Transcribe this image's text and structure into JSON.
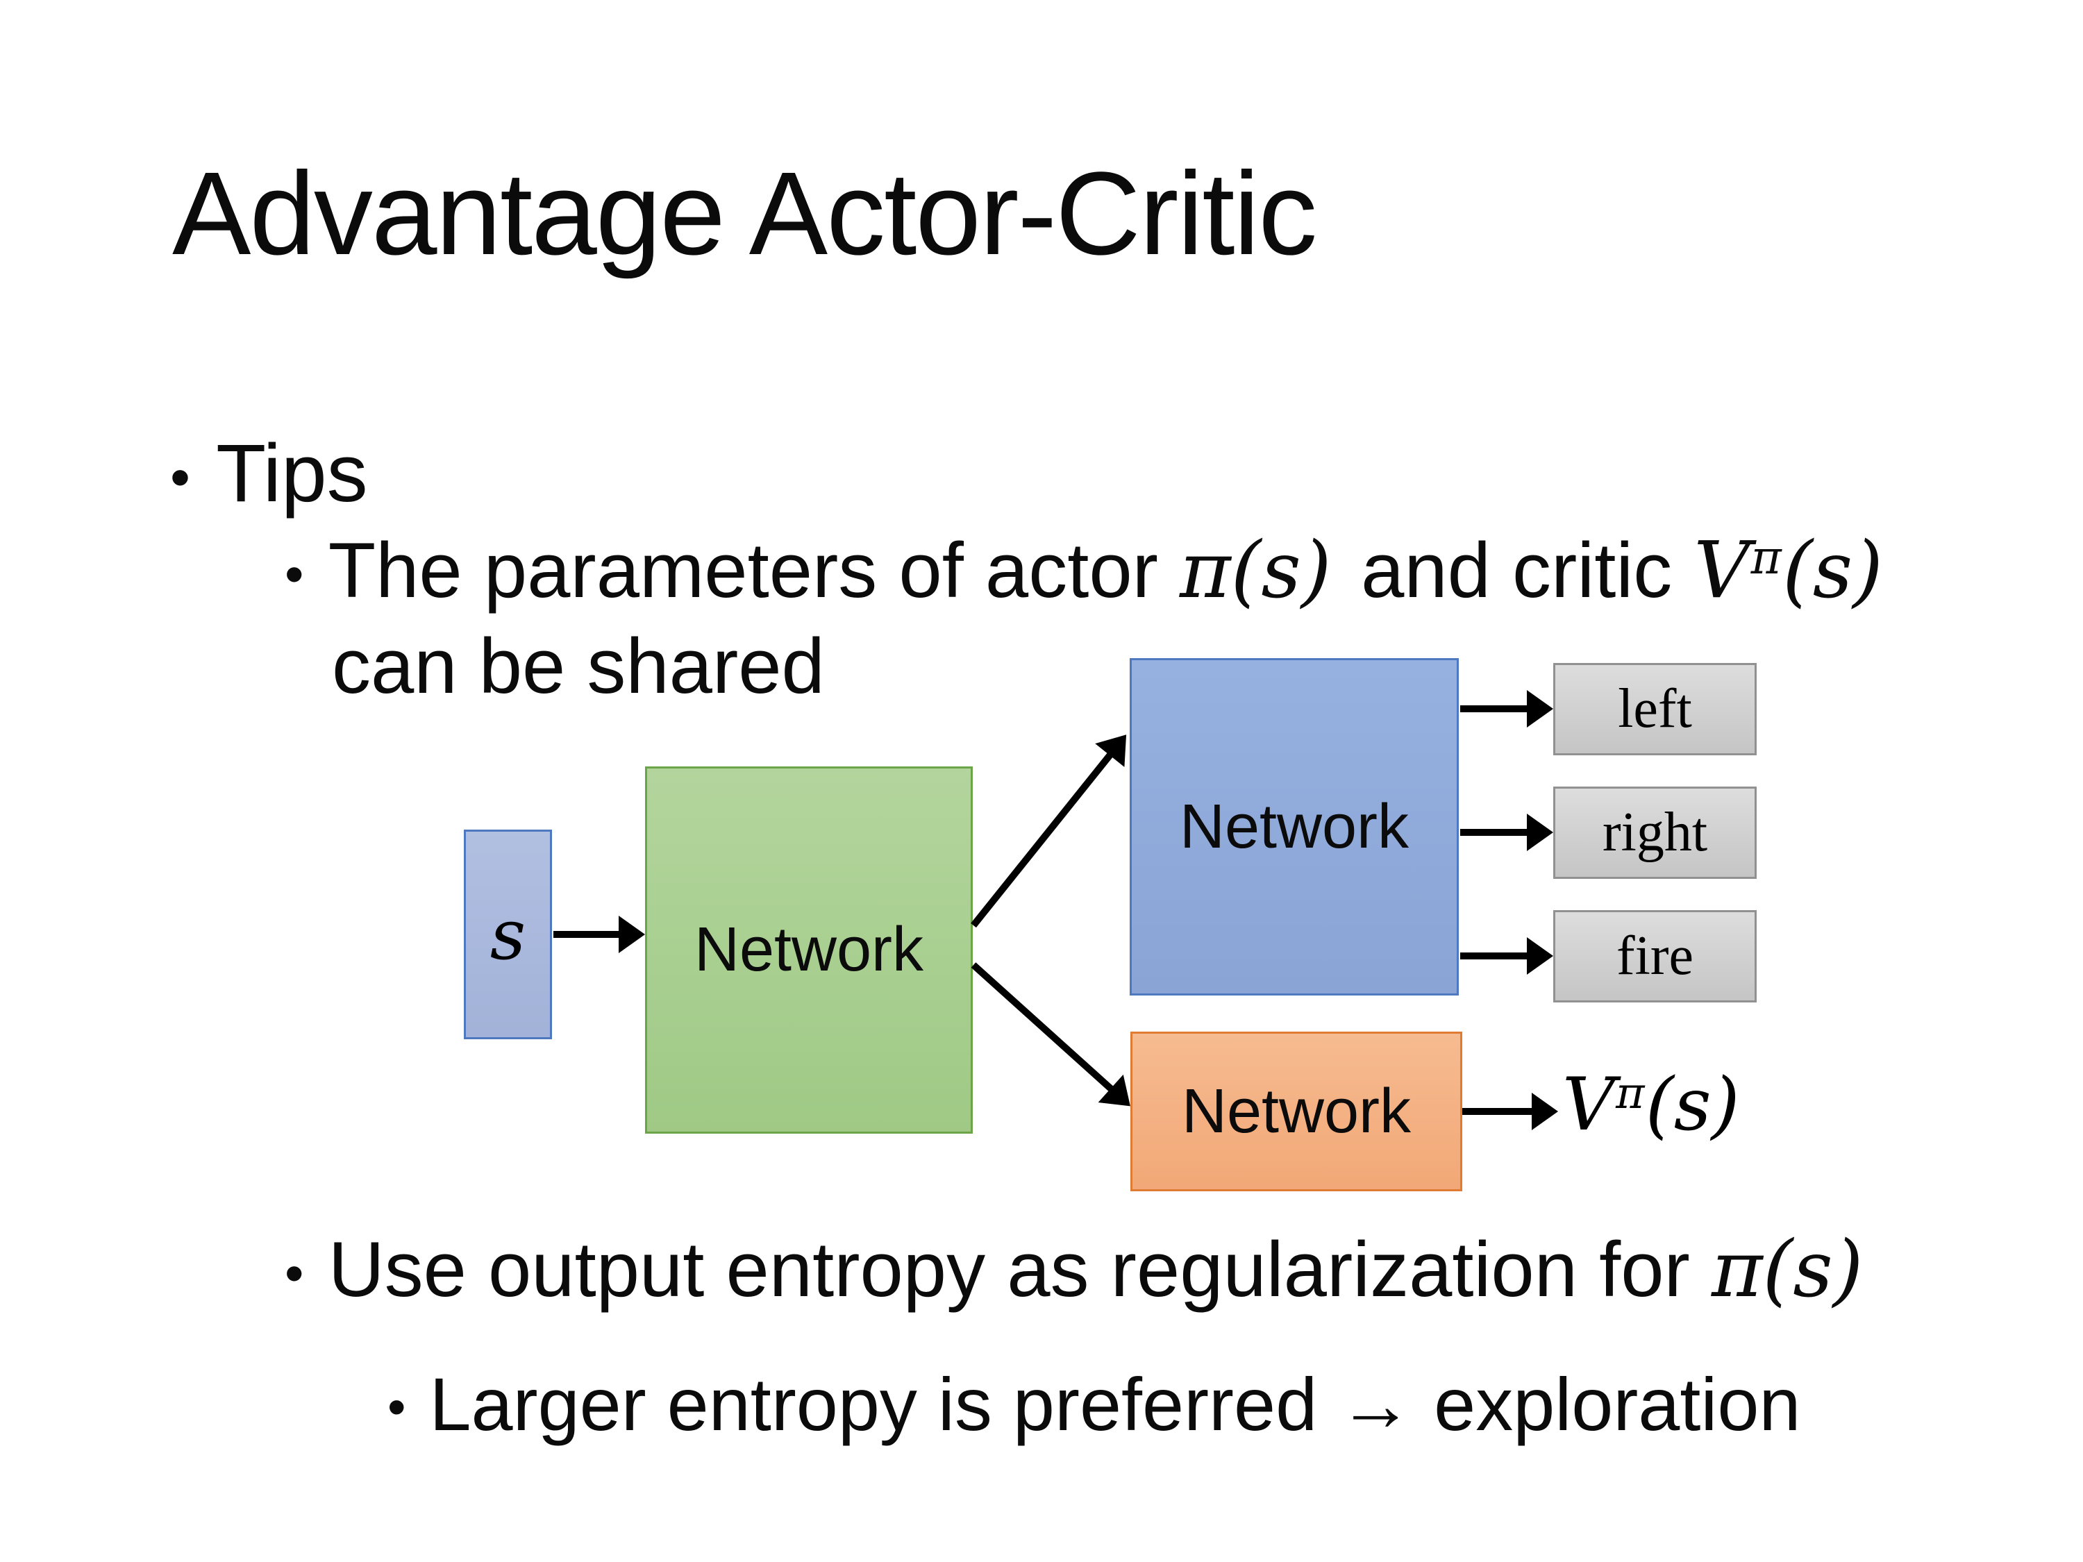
{
  "title": "Advantage Actor-Critic",
  "bullets": {
    "bullet_char": "•",
    "tips": "Tips",
    "param_text": "The parameters of actor ",
    "param_actor_pi": "π(s)",
    "param_mid": "and critic ",
    "param_v_base": "V",
    "param_v_sup": "π",
    "param_v_args": "(s)",
    "param_line2": "can be shared",
    "entropy_text": "Use output entropy as regularization for ",
    "entropy_pi": "π(s)",
    "exploration": "Larger entropy is preferred → exploration"
  },
  "diagram": {
    "input_label": "s",
    "shared_network_label": "Network",
    "actor_network_label": "Network",
    "critic_network_label": "Network",
    "actions": [
      "left",
      "right",
      "fire"
    ],
    "value_output": {
      "base": "V",
      "sup": "π",
      "args": "(s)"
    },
    "colors": {
      "input_fill": "#A9B8DC",
      "input_border": "#4E79C0",
      "shared_fill": "#A9D18E",
      "shared_border": "#6BA548",
      "actor_fill": "#8FAADC",
      "actor_border": "#4E79C0",
      "critic_fill": "#F4B183",
      "critic_border": "#E07B33",
      "action_fill": "#D9D9D9",
      "action_border": "#919191",
      "arrow": "#000000",
      "text": "#0B0B0B"
    }
  }
}
